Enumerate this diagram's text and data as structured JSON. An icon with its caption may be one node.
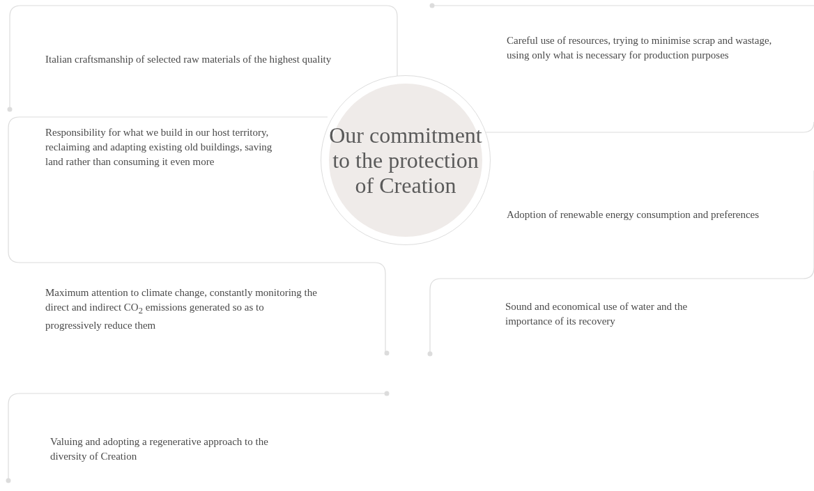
{
  "diagram": {
    "nodes": [
      {
        "text": [
          "Our commitment to the protection of Creation"
        ]
      },
      {
        "text": [
          "Italian craftsmanship of selected raw materials of  the highest quality"
        ]
      },
      {
        "text": [
          "Careful use of resources, trying to minimise scrap and wastage, using only what is necessary for production purposes"
        ]
      },
      {
        "text": [
          "Responsibility for what we build in our host territory, reclaiming and adapting existing old buildings, saving land rather than consuming it even more"
        ]
      },
      {
        "text": [
          "Adoption of renewable energy consumption and preferences"
        ]
      },
      {
        "text": [
          "Maximum attention to climate change, constantly monitoring the direct and indirect CO$_{2}$ emissions generated so as to progressively reduce them"
        ]
      },
      {
        "text": [
          "Sound and economical use of water and the importance of its recovery"
        ]
      },
      {
        "text": [
          "Valuing and adopting a regenerative approach to the diversity of Creation"
        ]
      }
    ]
  }
}
